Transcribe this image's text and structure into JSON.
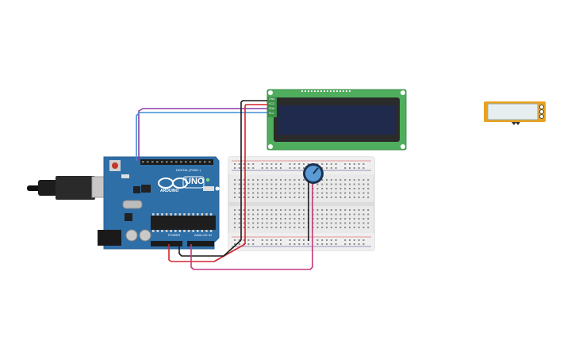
{
  "board": {
    "logo_text": "UNO",
    "brand_text": "ARDUINO",
    "header_digital": "DIGITAL (PWM~)",
    "header_power": "POWER",
    "header_analog": "ANALOG IN"
  },
  "lcd": {
    "pin_labels": [
      "GND",
      "VCC",
      "SDA",
      "SCL"
    ]
  },
  "colors": {
    "board_blue": "#2e6fa8",
    "wire_purple": "#8b3fa6",
    "wire_blue": "#3b8fd4",
    "wire_red": "#d3262e",
    "wire_black": "#1a1a1a",
    "wire_pink": "#c2387c",
    "lcd_green": "#4fae5d",
    "lcd_screen": "#1f2a4d",
    "widget_orange": "#e8a21e"
  }
}
